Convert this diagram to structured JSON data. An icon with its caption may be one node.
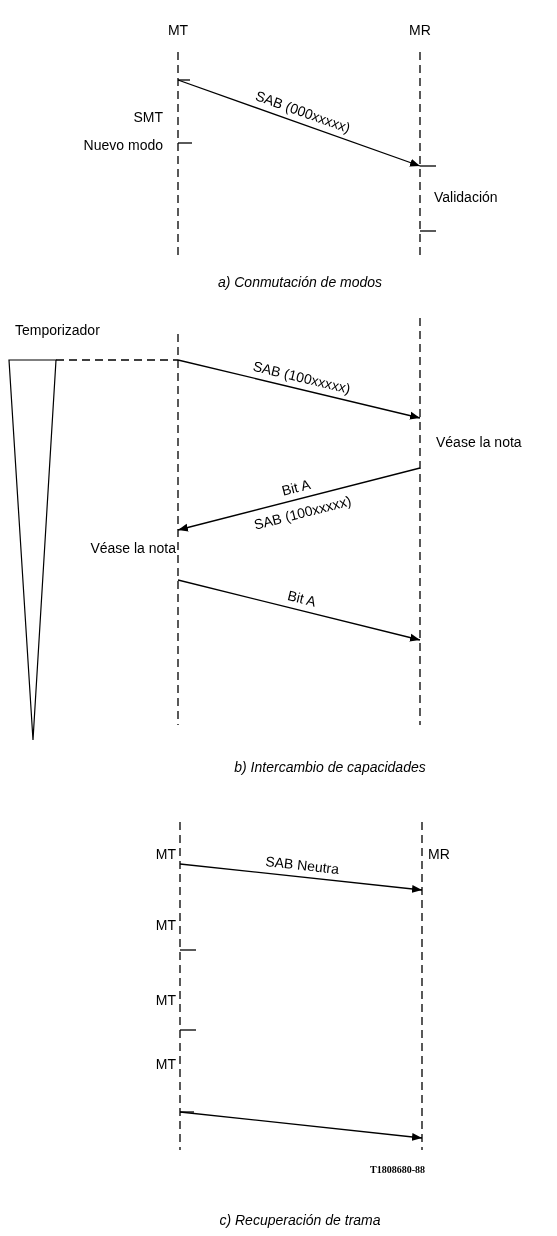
{
  "diagram": {
    "nodes": [
      {
        "text": [
          "MT"
        ]
      },
      {
        "text": [
          "MR"
        ]
      },
      {
        "text": [
          "Temporizador"
        ]
      },
      {
        "text": [],
        "shape": "bar"
      },
      {
        "text": [],
        "shape": "bar"
      },
      {
        "text": [
          "MT"
        ]
      },
      {
        "text": [
          "MR"
        ]
      }
    ],
    "edges": [
      {
        "from": 0,
        "to": 1,
        "arrow": "to",
        "label": "SAB (000xxxxx)"
      },
      {
        "from": 2,
        "to": 3,
        "arrow": "none",
        "style": "dashed"
      },
      {
        "from": 3,
        "to": 4,
        "arrow": "to",
        "label": "SAB (100xxxxx)"
      },
      {
        "from": 4,
        "to": 3,
        "arrow": "to",
        "label": "Bit A"
      },
      {
        "from": 3,
        "to": 4,
        "arrow": "to",
        "label": "Bit A"
      },
      {
        "from": 5,
        "to": 6,
        "arrow": "to",
        "label": "SAB Neutra"
      },
      {
        "from": 5,
        "to": 6,
        "arrow": "to"
      }
    ],
    "labels": [
      "SMT",
      "Nuevo modo",
      "Validación",
      "a) Conmutación de modos",
      "Véase la nota",
      "SAB (100xxxxx)",
      "Véase la nota",
      "b) Intercambio de capacidades",
      "MT",
      "MT",
      "MT",
      "T1808680-88",
      "c) Recuperación de trama"
    ]
  }
}
